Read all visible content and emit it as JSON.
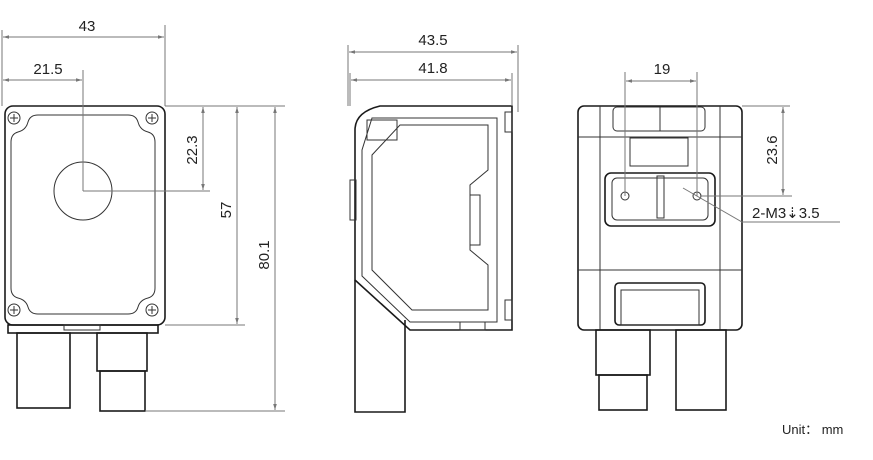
{
  "front_view": {
    "width": "43",
    "lens_offset_x": "21.5",
    "lens_offset_y": "22.3",
    "body_height": "57",
    "total_height": "80.1"
  },
  "side_view": {
    "total_depth": "43.5",
    "body_depth": "41.8"
  },
  "back_view": {
    "hole_spacing": "19",
    "hole_offset_y": "23.6",
    "thread_callout": "2-M3⇣3.5"
  },
  "unit_label": "Unit： mm",
  "colors": {
    "line": "#1a1a1a",
    "dimension": "#777777"
  }
}
